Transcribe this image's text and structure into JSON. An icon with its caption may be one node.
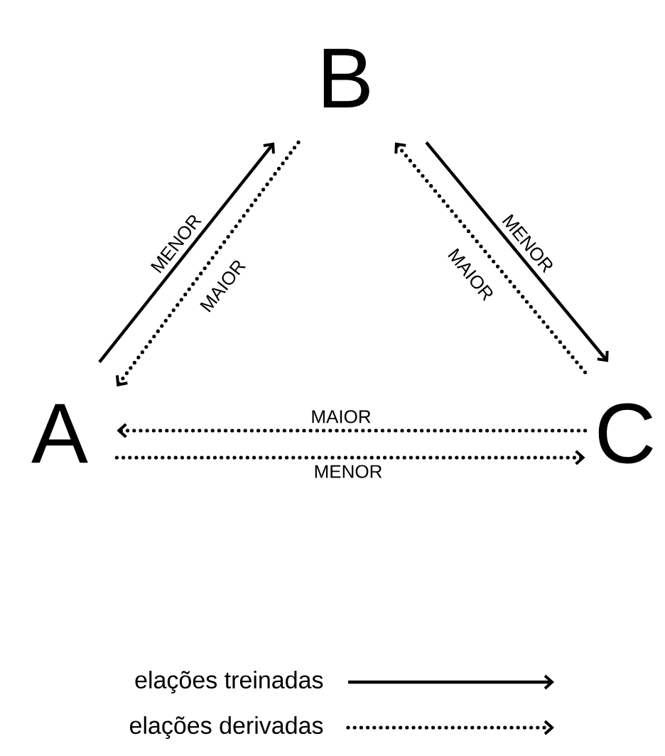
{
  "diagram": {
    "nodes": [
      {
        "text": [
          "B"
        ]
      },
      {
        "text": [
          "A"
        ]
      },
      {
        "text": [
          "C"
        ]
      }
    ],
    "edges": [
      {
        "from": 1,
        "to": 0,
        "arrow": "to",
        "label": "MENOR"
      },
      {
        "from": 0,
        "to": 1,
        "arrow": "to",
        "label": "MAIOR",
        "style": "dashed"
      },
      {
        "from": 0,
        "to": 2,
        "arrow": "to",
        "label": "MENOR"
      },
      {
        "from": 2,
        "to": 0,
        "arrow": "to",
        "label": "MAIOR",
        "style": "dashed"
      },
      {
        "from": 2,
        "to": 1,
        "arrow": "to",
        "label": "MAIOR",
        "style": "dashed"
      },
      {
        "from": 1,
        "to": 2,
        "arrow": "to",
        "label": "MENOR",
        "style": "dashed"
      }
    ],
    "legend": [
      {
        "text": "elações treinadas"
      },
      {
        "text": "elações derivadas"
      }
    ]
  }
}
